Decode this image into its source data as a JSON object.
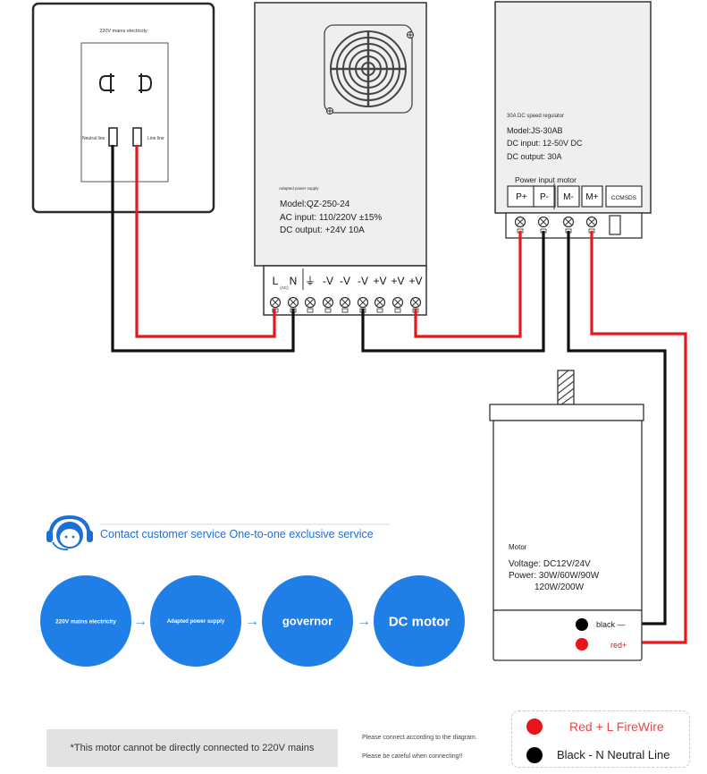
{
  "socket": {
    "title": "220V mains electricity",
    "neutral_label": "Neutral line",
    "line_label": "Line line"
  },
  "power_supply": {
    "caption": "Adapted power supply",
    "model": "Model:QZ-250-24",
    "ac_input": "AC input: 110/220V ±15%",
    "dc_output": "DC output: +24V 10A",
    "terminals": [
      "L",
      "N",
      "⏚",
      "-V",
      "-V",
      "-V",
      "+V",
      "+V",
      "+V"
    ],
    "ac_mark": "(AC)"
  },
  "regulator": {
    "caption": "30A DC speed regulator",
    "model": "Model:JS-30AB",
    "dc_input": "DC input: 12-50V DC",
    "dc_output": "DC output: 30A",
    "section_label": "Power input motor",
    "terminals": [
      "P+",
      "P-",
      "M-",
      "M+",
      "CCMSDS"
    ]
  },
  "motor": {
    "title": "Motor",
    "voltage": "Voltage: DC12V/24V",
    "power": "Power: 30W/60W/90W",
    "power2": "120W/200W",
    "black_label": "black  —",
    "red_label": "red+"
  },
  "contact": {
    "text": "Contact customer service One-to-one exclusive service"
  },
  "flow": {
    "steps": [
      "220V mains electricity",
      "Adapted power supply",
      "governor",
      "DC motor"
    ],
    "arrow": "→"
  },
  "notes": {
    "bottom": "*This motor cannot be directly connected to 220V mains",
    "connect": "Please connect according to the diagram.",
    "careful": "Please be careful when connecting!!"
  },
  "legend": {
    "red": "Red + L FireWire",
    "black": "Black - N Neutral Line"
  },
  "colors": {
    "red_wire": "#e3191c",
    "black_wire": "#111111",
    "flow_blue": "#1f7fe6",
    "contact_blue": "#1d6fd8"
  }
}
